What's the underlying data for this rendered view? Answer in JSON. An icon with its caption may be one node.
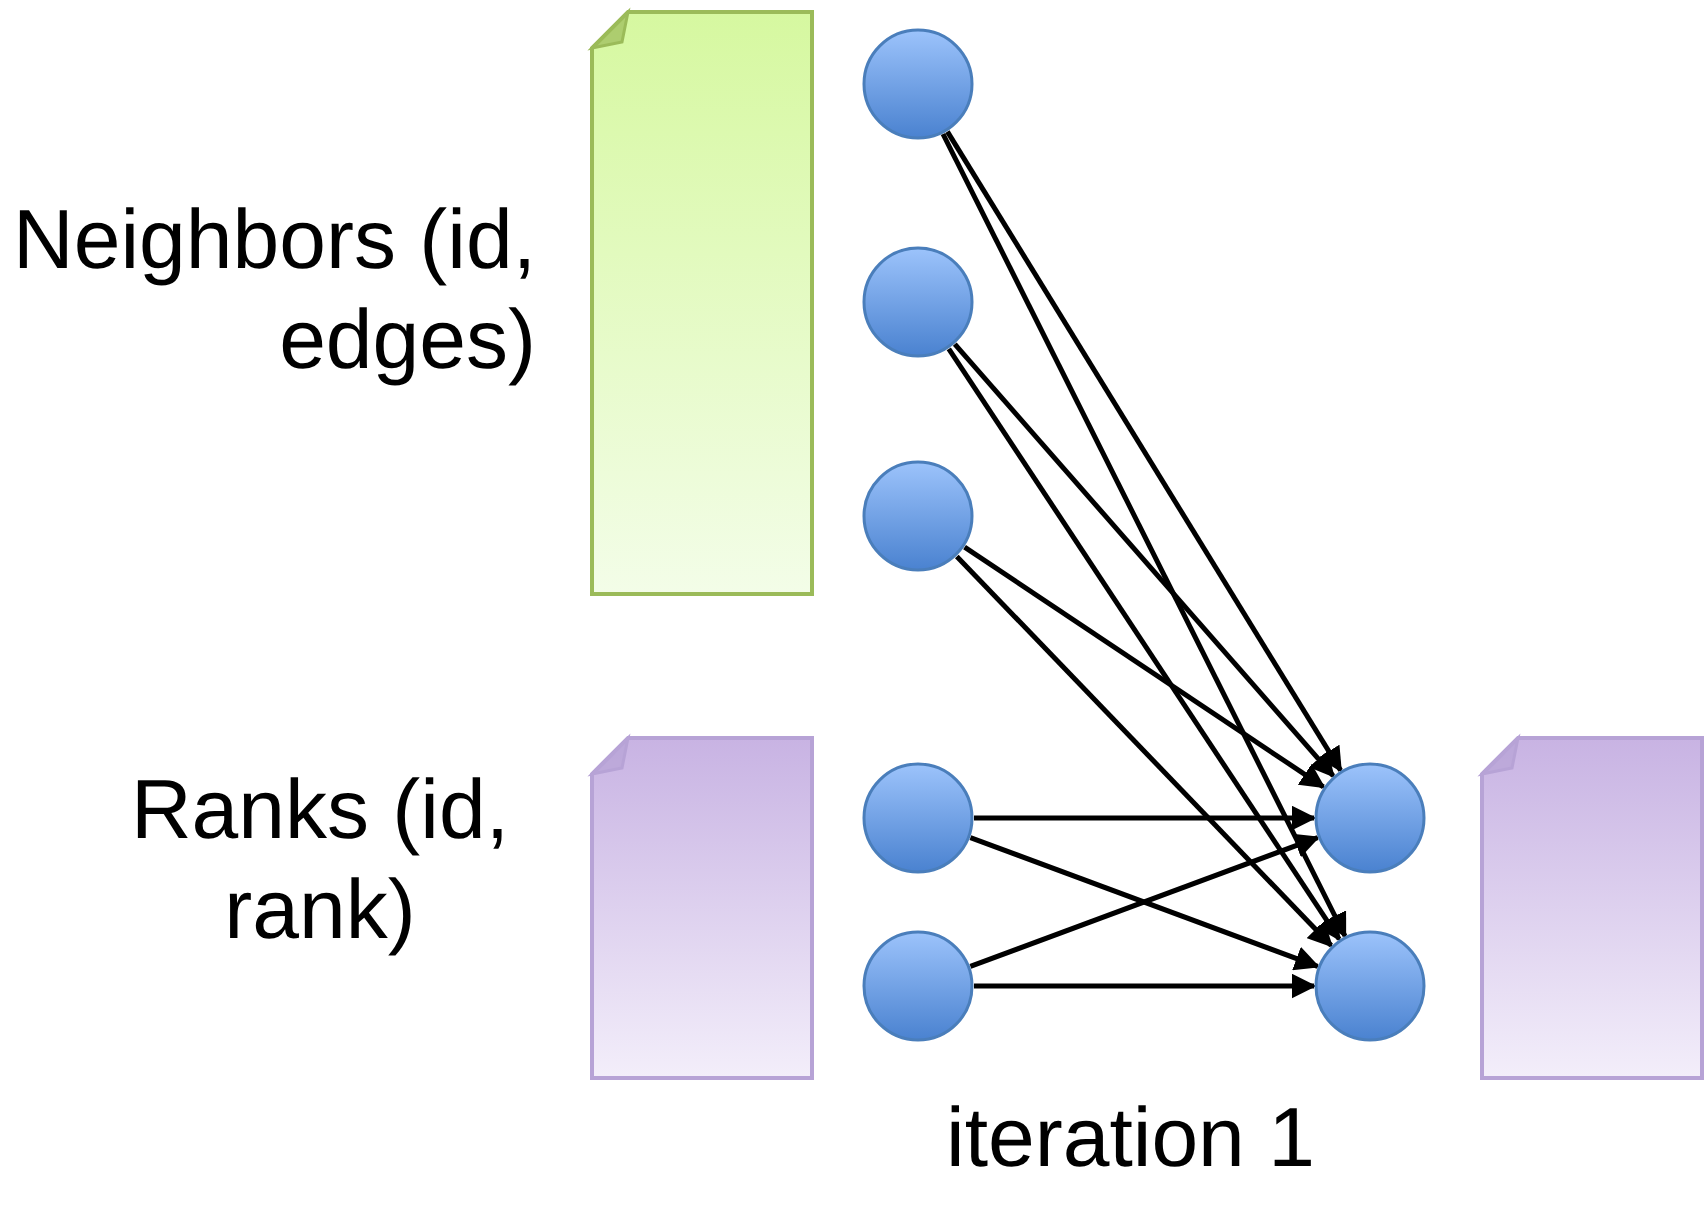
{
  "diagram": {
    "nodes": [
      {
        "text": [],
        "shape": "box",
        "beside": [
          "Neighbors (id, edges)"
        ]
      },
      {
        "text": [],
        "shape": "box",
        "beside": [
          "Ranks (id, rank)"
        ]
      },
      {
        "text": [],
        "shape": "circle"
      },
      {
        "text": [],
        "shape": "circle"
      },
      {
        "text": [],
        "shape": "circle"
      },
      {
        "text": [],
        "shape": "circle"
      },
      {
        "text": [],
        "shape": "circle"
      },
      {
        "text": [],
        "shape": "circle"
      },
      {
        "text": [],
        "shape": "circle"
      },
      {
        "text": [],
        "shape": "box"
      }
    ],
    "edges": [
      {
        "from": 2,
        "to": 7,
        "arrow": "to"
      },
      {
        "from": 2,
        "to": 8,
        "arrow": "to"
      },
      {
        "from": 3,
        "to": 7,
        "arrow": "to"
      },
      {
        "from": 3,
        "to": 8,
        "arrow": "to"
      },
      {
        "from": 4,
        "to": 7,
        "arrow": "to"
      },
      {
        "from": 4,
        "to": 8,
        "arrow": "to"
      },
      {
        "from": 5,
        "to": 7,
        "arrow": "to"
      },
      {
        "from": 5,
        "to": 8,
        "arrow": "to"
      },
      {
        "from": 6,
        "to": 7,
        "arrow": "to"
      },
      {
        "from": 6,
        "to": 8,
        "arrow": "to"
      }
    ],
    "labels": [
      "iteration 1"
    ]
  }
}
